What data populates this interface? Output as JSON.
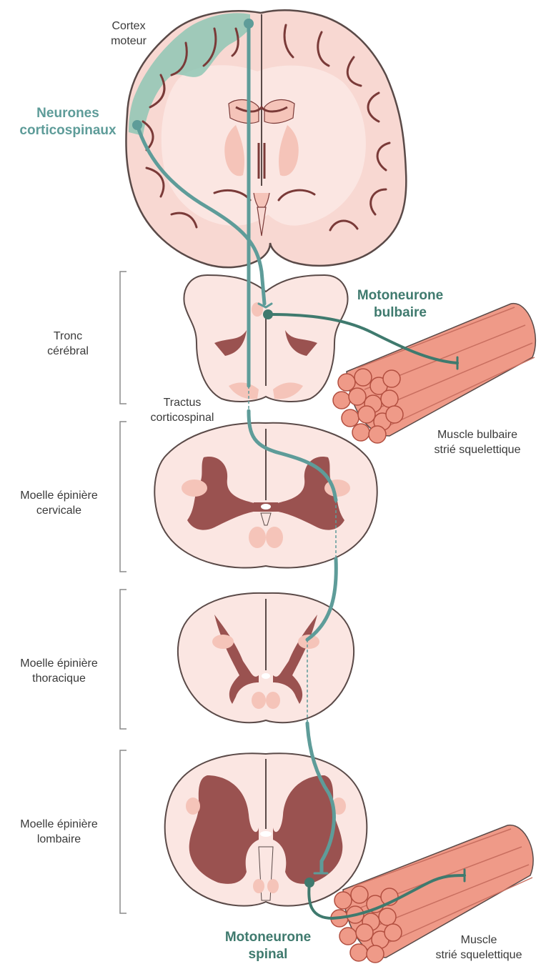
{
  "labels": {
    "cortex_line1": "Cortex",
    "cortex_line2": "moteur",
    "neurones_line1": "Neurones",
    "neurones_line2": "corticospinaux",
    "tronc_line1": "Tronc",
    "tronc_line2": "cérébral",
    "tractus_line1": "Tractus",
    "tractus_line2": "corticospinal",
    "moto_bulb_line1": "Motoneurone",
    "moto_bulb_line2": "bulbaire",
    "muscle_bulb_line1": "Muscle bulbaire",
    "muscle_bulb_line2": "strié squelettique",
    "cervical_line1": "Moelle épinière",
    "cervical_line2": "cervicale",
    "thoracic_line1": "Moelle épinière",
    "thoracic_line2": "thoracique",
    "lumbar_line1": "Moelle épinière",
    "lumbar_line2": "lombaire",
    "moto_spinal_line1": "Motoneurone",
    "moto_spinal_line2": "spinal",
    "muscle_sk_line1": "Muscle",
    "muscle_sk_line2": "strié squelettique"
  },
  "colors": {
    "tissue": "#fbe6e2",
    "pink": "#f5c4b9",
    "outline": "#5a4a48",
    "grey_matter": "#9a5250",
    "teal_pathway": "#5e9c99",
    "motor_neuron": "#3f7a6e",
    "muscle": "#ef9a88",
    "cortex_highlight": "#8fc7b5"
  }
}
